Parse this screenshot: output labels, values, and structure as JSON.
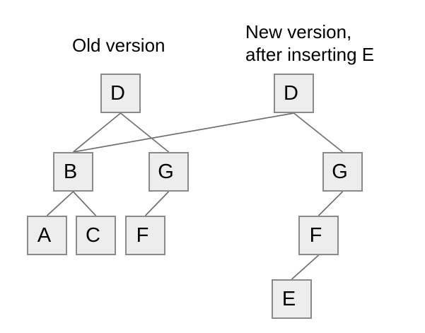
{
  "diagram": {
    "titles": {
      "old": "Old version",
      "new": "New version,\nafter inserting E"
    },
    "nodes": [
      {
        "id": "old-d",
        "label": "D",
        "tree": "old"
      },
      {
        "id": "old-b",
        "label": "B",
        "tree": "old"
      },
      {
        "id": "old-g",
        "label": "G",
        "tree": "old"
      },
      {
        "id": "old-a",
        "label": "A",
        "tree": "old"
      },
      {
        "id": "old-c",
        "label": "C",
        "tree": "old"
      },
      {
        "id": "old-f",
        "label": "F",
        "tree": "old"
      },
      {
        "id": "new-d",
        "label": "D",
        "tree": "new"
      },
      {
        "id": "new-g",
        "label": "G",
        "tree": "new"
      },
      {
        "id": "new-f",
        "label": "F",
        "tree": "new"
      },
      {
        "id": "new-e",
        "label": "E",
        "tree": "new"
      }
    ],
    "edges": [
      {
        "from": "old-d",
        "to": "old-b"
      },
      {
        "from": "old-d",
        "to": "old-g"
      },
      {
        "from": "old-b",
        "to": "old-a"
      },
      {
        "from": "old-b",
        "to": "old-c"
      },
      {
        "from": "old-g",
        "to": "old-f"
      },
      {
        "from": "new-d",
        "to": "old-b"
      },
      {
        "from": "new-d",
        "to": "new-g"
      },
      {
        "from": "new-g",
        "to": "new-f"
      },
      {
        "from": "new-f",
        "to": "new-e"
      }
    ],
    "colors": {
      "background": "#ffffff",
      "node_fill": "#ededed",
      "node_border": "#8a8a8a",
      "edge": "#707070",
      "text": "#000000"
    }
  }
}
